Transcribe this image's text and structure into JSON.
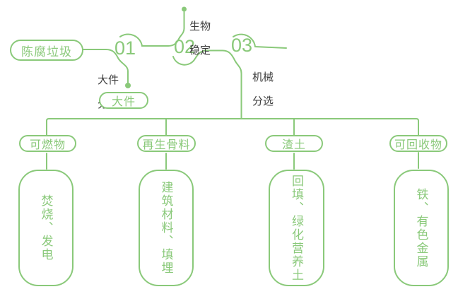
{
  "colors": {
    "accent_green": "#8AC97A",
    "text_dark": "#3D3D3D",
    "background": "#FFFFFF"
  },
  "flow": {
    "source": "陈腐垃圾",
    "steps": [
      {
        "number": "01",
        "process": "大件分选",
        "process_lines": [
          "大件",
          "分选"
        ],
        "output": "大件"
      },
      {
        "number": "02",
        "process": "生物稳定",
        "process_lines": [
          "生物",
          "稳定"
        ]
      },
      {
        "number": "03",
        "process": "机械分选",
        "process_lines": [
          "机械",
          "分选"
        ]
      }
    ],
    "branches": [
      {
        "name": "可燃物",
        "detail": "焚烧、发电"
      },
      {
        "name": "再生骨料",
        "detail": "建筑材料、填埋"
      },
      {
        "name": "渣土",
        "detail": "回填、绿化营养土"
      },
      {
        "name": "可回收物",
        "detail": "铁、有色金属"
      }
    ]
  }
}
